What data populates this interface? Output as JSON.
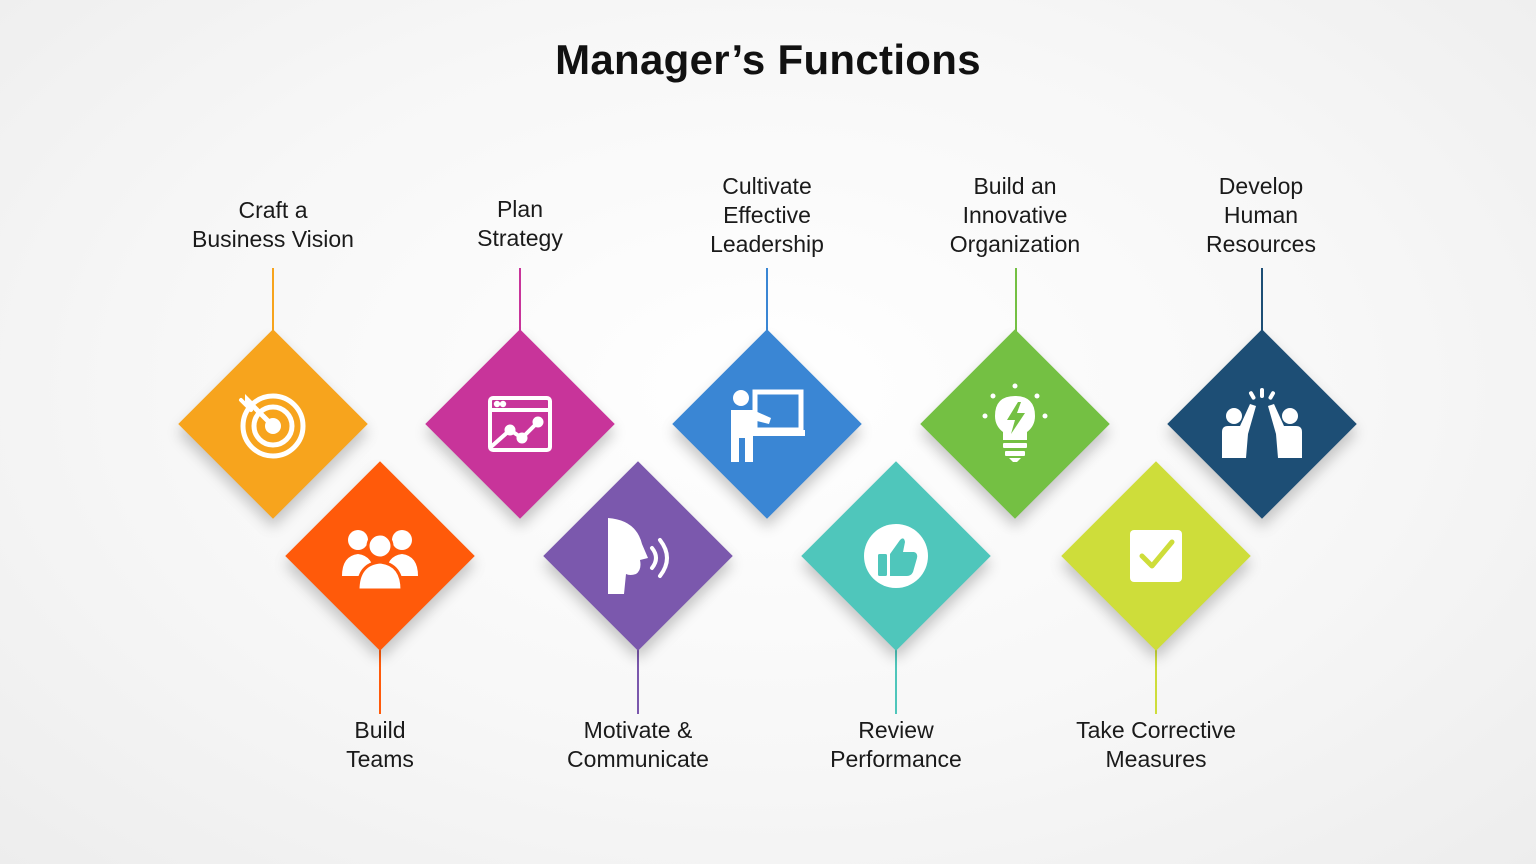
{
  "title": "Manager’s Functions",
  "functions": [
    {
      "line1": "Craft a",
      "line2": "Business Vision",
      "line3": "",
      "icon": "target-icon",
      "color": "#F7A41D"
    },
    {
      "line1": "Build",
      "line2": "Teams",
      "line3": "",
      "icon": "team-icon",
      "color": "#FF5A0A"
    },
    {
      "line1": "Plan",
      "line2": "Strategy",
      "line3": "",
      "icon": "strategy-chart-icon",
      "color": "#C8349A"
    },
    {
      "line1": "Motivate &",
      "line2": "Communicate",
      "line3": "",
      "icon": "speaking-head-icon",
      "color": "#7B58AD"
    },
    {
      "line1": "Cultivate",
      "line2": "Effective",
      "line3": "Leadership",
      "icon": "presenter-board-icon",
      "color": "#3A86D4"
    },
    {
      "line1": "Review",
      "line2": "Performance",
      "line3": "",
      "icon": "thumbs-up-icon",
      "color": "#4FC6BB"
    },
    {
      "line1": "Build an",
      "line2": "Innovative",
      "line3": "Organization",
      "icon": "lightbulb-icon",
      "color": "#74C043"
    },
    {
      "line1": "Take Corrective",
      "line2": "Measures",
      "line3": "",
      "icon": "checkbox-icon",
      "color": "#CEDD3A"
    },
    {
      "line1": "Develop",
      "line2": "Human",
      "line3": "Resources",
      "icon": "high-five-icon",
      "color": "#1D4E75"
    }
  ]
}
